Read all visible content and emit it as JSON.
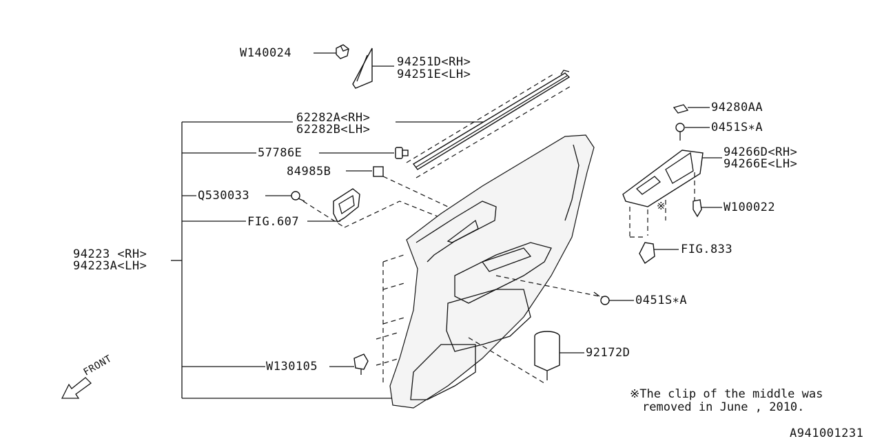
{
  "labels": {
    "w140024": "W140024",
    "p94251d": "94251D<RH>",
    "p94251e": "94251E<LH>",
    "p62282a": "62282A<RH>",
    "p62282b": "62282B<LH>",
    "p57786e": "57786E",
    "p84985b": "84985B",
    "q530033": "Q530033",
    "fig607": "FIG.607",
    "p94223": "94223 <RH>",
    "p94223a": "94223A<LH>",
    "w130105": "W130105",
    "p94280aa": "94280AA",
    "p0451s_top": "0451S∗A",
    "p94266d": "94266D<RH>",
    "p94266e": "94266E<LH>",
    "w100022": "W100022",
    "fig833": "FIG.833",
    "p0451s_mid": "0451S∗A",
    "p92172d": "92172D",
    "front": "FRONT",
    "clip_mark": "※"
  },
  "note": {
    "line1": "※The clip of the middle was",
    "line2": "removed in June , 2010."
  },
  "diagram_id": "A941001231"
}
